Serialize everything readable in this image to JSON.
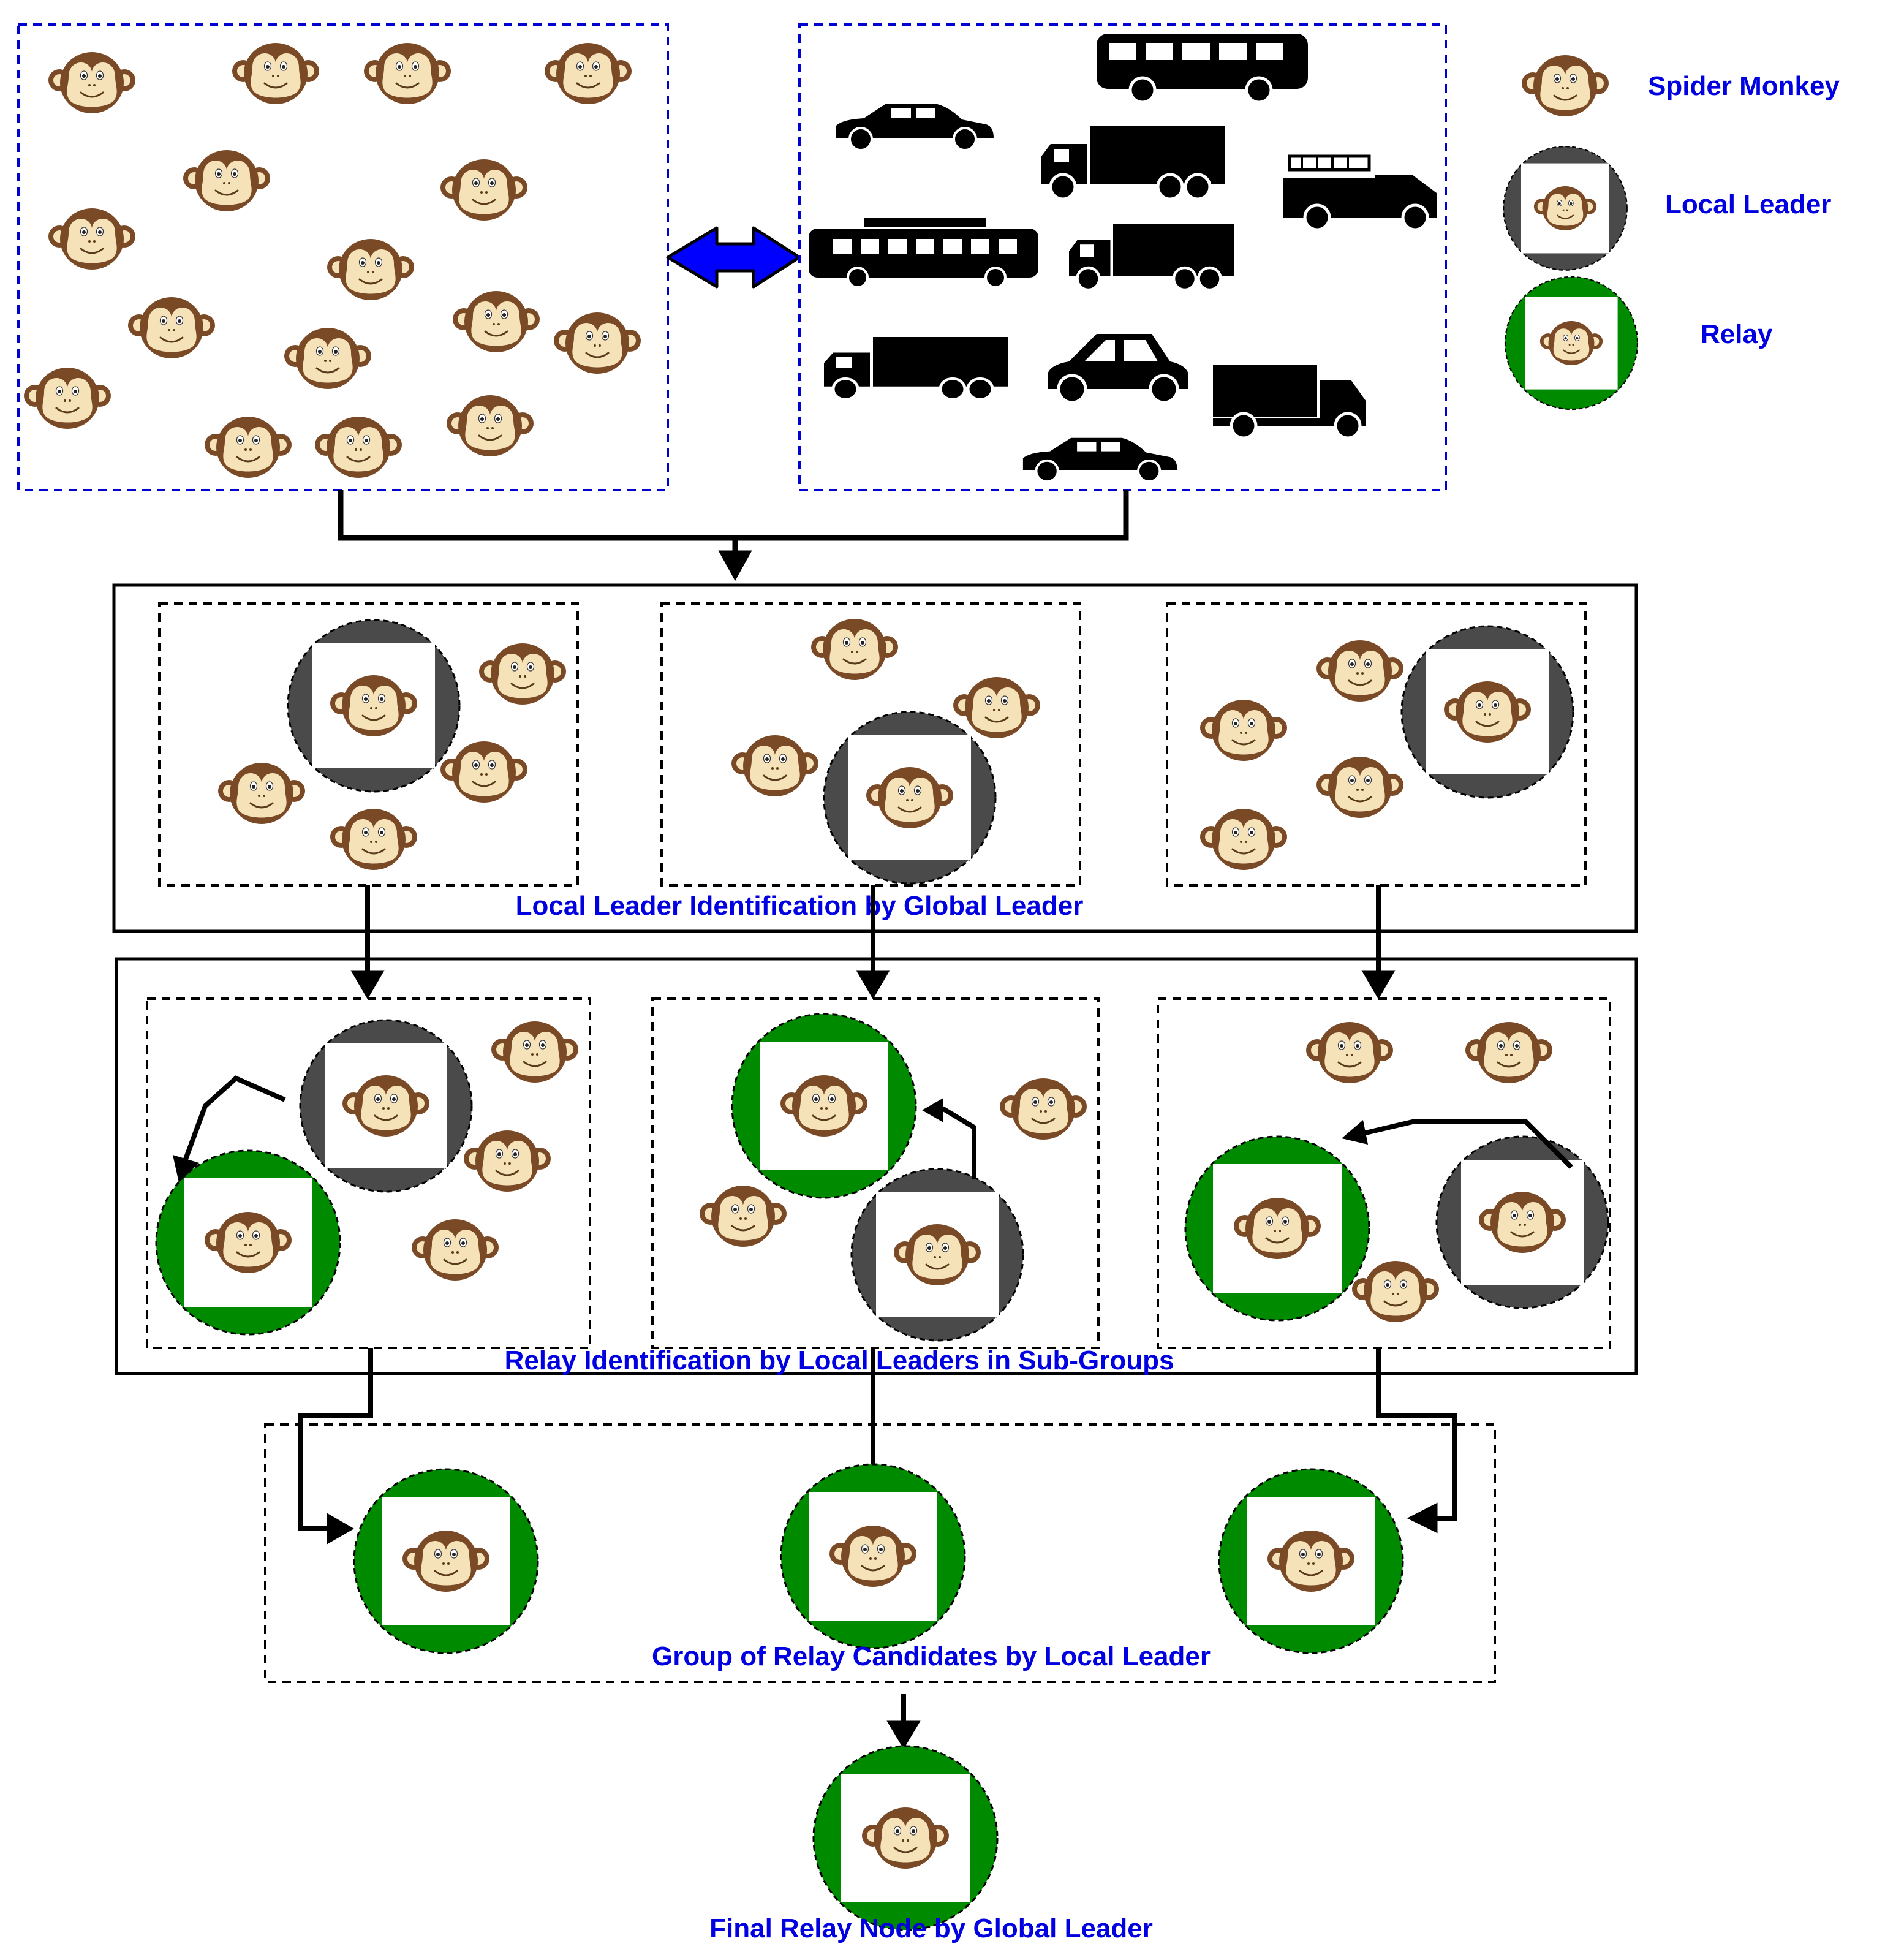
{
  "legend": {
    "spider_monkey": "Spider Monkey",
    "local_leader": "Local Leader",
    "relay": "Relay"
  },
  "stages": {
    "local_leader_identification": "Local Leader Identification by Global Leader",
    "relay_identification": "Relay Identification by Local Leaders in Sub-Groups",
    "relay_candidates": "Group of Relay Candidates by Local Leader",
    "final_relay": "Final Relay Node by Global Leader"
  },
  "colors": {
    "label_text": "#0000e0",
    "dashed_blue_border": "#0000d0",
    "local_leader_fill": "#4a4a4a",
    "relay_fill": "#008a00",
    "monkey_fur": "#7a4a26",
    "monkey_face": "#f6e2b8",
    "bidirectional_arrow": "#0000ff"
  },
  "icons": {
    "monkey": "spider-monkey-face-icon",
    "vehicles": [
      "car-icon",
      "bus-icon",
      "truck-icon",
      "fire-truck-icon"
    ]
  }
}
